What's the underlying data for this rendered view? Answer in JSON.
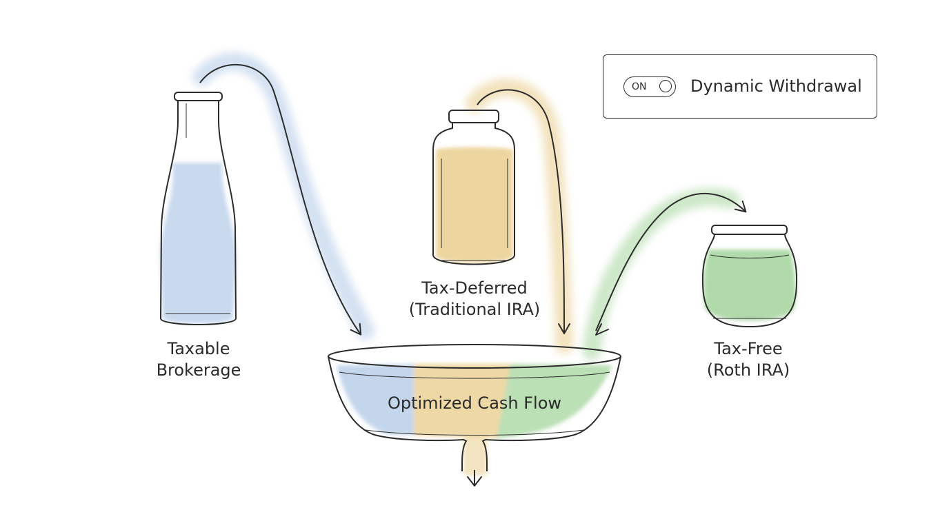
{
  "diagram": {
    "accounts": [
      {
        "name": "taxable",
        "line1": "Taxable",
        "line2": "Brokerage",
        "color": "#9dbbe0"
      },
      {
        "name": "tax-deferred",
        "line1": "Tax-Deferred",
        "line2": "(Traditional IRA)",
        "color": "#e3bf6c"
      },
      {
        "name": "tax-free",
        "line1": "Tax-Free",
        "line2": "(Roth IRA)",
        "color": "#8fcb85"
      }
    ],
    "bowl_label": "Optimized Cash Flow"
  },
  "toggle": {
    "state": "ON",
    "label": "Dynamic Withdrawal"
  },
  "colors": {
    "ink": "#2b2b2b",
    "taxable": "#9dbbe0",
    "tax_deferred": "#e3bf6c",
    "tax_free": "#8fcb85"
  }
}
